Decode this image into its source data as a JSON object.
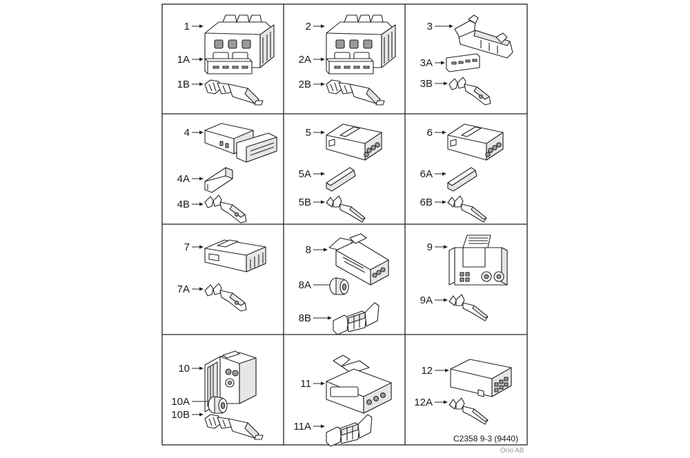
{
  "cells": [
    {
      "id": "1",
      "parts": [
        {
          "label": "1",
          "kind": "housing-a"
        },
        {
          "label": "1A",
          "kind": "seal-strip"
        },
        {
          "label": "1B",
          "kind": "terminal-long"
        }
      ]
    },
    {
      "id": "2",
      "parts": [
        {
          "label": "2",
          "kind": "housing-a"
        },
        {
          "label": "2A",
          "kind": "seal-strip"
        },
        {
          "label": "2B",
          "kind": "terminal-long"
        }
      ]
    },
    {
      "id": "3",
      "parts": [
        {
          "label": "3",
          "kind": "housing-b"
        },
        {
          "label": "3A",
          "kind": "seal-strip-small"
        },
        {
          "label": "3B",
          "kind": "terminal-flat"
        }
      ]
    },
    {
      "id": "4",
      "parts": [
        {
          "label": "4",
          "kind": "housing-c"
        },
        {
          "label": "4A",
          "kind": "wedge"
        },
        {
          "label": "4B",
          "kind": "terminal-flat"
        }
      ]
    },
    {
      "id": "5",
      "parts": [
        {
          "label": "5",
          "kind": "housing-d"
        },
        {
          "label": "5A",
          "kind": "wedge-flat"
        },
        {
          "label": "5B",
          "kind": "terminal-short"
        }
      ]
    },
    {
      "id": "6",
      "parts": [
        {
          "label": "6",
          "kind": "housing-d"
        },
        {
          "label": "6A",
          "kind": "wedge-flat"
        },
        {
          "label": "6B",
          "kind": "terminal-short"
        }
      ]
    },
    {
      "id": "7",
      "parts": [
        {
          "label": "7",
          "kind": "housing-e"
        },
        {
          "label": "7A",
          "kind": "terminal-flat"
        }
      ]
    },
    {
      "id": "8",
      "parts": [
        {
          "label": "8",
          "kind": "housing-f"
        },
        {
          "label": "8A",
          "kind": "grommet"
        },
        {
          "label": "8B",
          "kind": "terminal-box"
        }
      ]
    },
    {
      "id": "9",
      "parts": [
        {
          "label": "9",
          "kind": "housing-g"
        },
        {
          "label": "9A",
          "kind": "terminal-short"
        }
      ]
    },
    {
      "id": "10",
      "parts": [
        {
          "label": "10",
          "kind": "housing-h"
        },
        {
          "label": "10A",
          "kind": "grommet"
        },
        {
          "label": "10B",
          "kind": "terminal-long"
        }
      ]
    },
    {
      "id": "11",
      "parts": [
        {
          "label": "11",
          "kind": "housing-i"
        },
        {
          "label": "11A",
          "kind": "terminal-box"
        }
      ]
    },
    {
      "id": "12",
      "parts": [
        {
          "label": "12",
          "kind": "housing-j"
        },
        {
          "label": "12A",
          "kind": "terminal-short"
        }
      ]
    }
  ],
  "footer": {
    "reference": "C2358 9-3 (9440)",
    "credit": "Orio AB"
  }
}
